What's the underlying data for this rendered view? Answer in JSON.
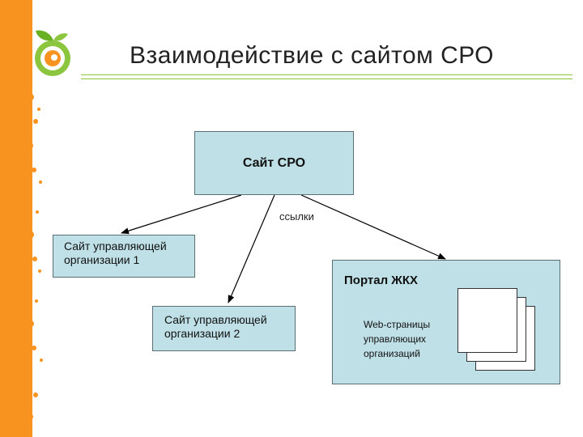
{
  "title": "Взаимодействие с сайтом СРО",
  "nodes": {
    "sro": "Сайт СРО",
    "org1": [
      "Сайт управляющей",
      "организации 1"
    ],
    "org2": [
      "Сайт управляющей",
      "организации 2"
    ],
    "portal": "Портал ЖКХ",
    "web_pages": [
      "Web-страницы",
      "управляющих",
      "организаций"
    ]
  },
  "edge_label": "ссылки",
  "colors": {
    "accent_orange": "#f7931e",
    "accent_green": "#8cc63f",
    "box_fill": "#bfe0e6"
  }
}
